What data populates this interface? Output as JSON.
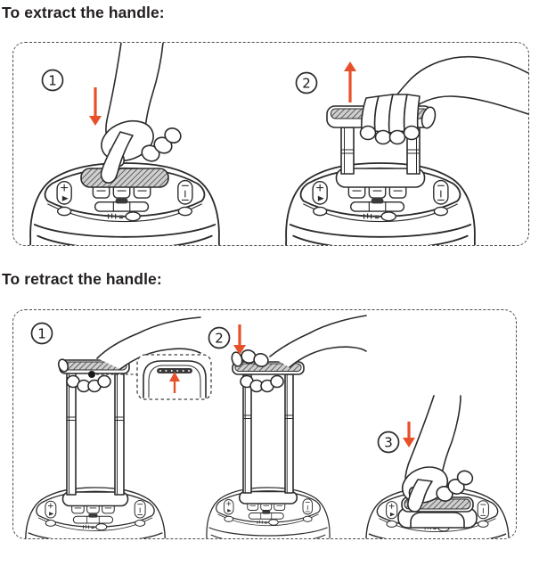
{
  "sections": [
    {
      "title": "To extract the handle:",
      "steps": [
        "1",
        "2"
      ]
    },
    {
      "title": "To retract the handle:",
      "steps": [
        "1",
        "2",
        "3"
      ]
    }
  ],
  "colors": {
    "arrow": "#e8502a",
    "ink": "#2b2b2b",
    "dashed_border": "#4a4a4a",
    "background": "#ffffff"
  }
}
